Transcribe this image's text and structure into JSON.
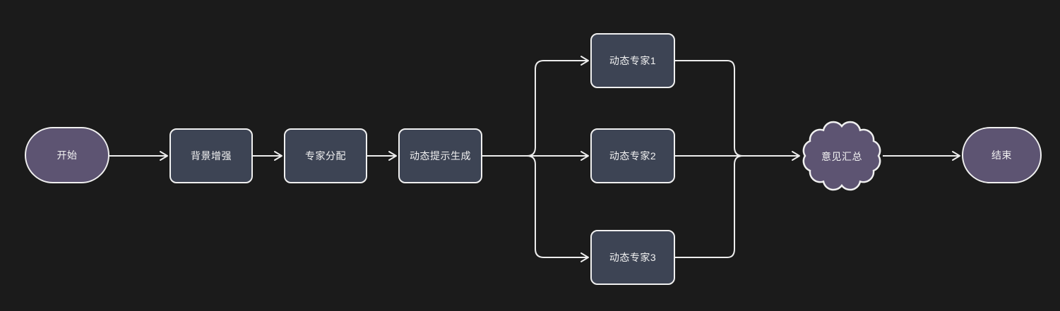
{
  "diagram": {
    "type": "flowchart",
    "direction": "left-to-right",
    "nodes": [
      {
        "id": "start",
        "label": "开始",
        "shape": "stadium"
      },
      {
        "id": "background-enhance",
        "label": "背景增强",
        "shape": "process"
      },
      {
        "id": "expert-assign",
        "label": "专家分配",
        "shape": "process"
      },
      {
        "id": "dynamic-prompt",
        "label": "动态提示生成",
        "shape": "process"
      },
      {
        "id": "dynamic-expert-1",
        "label": "动态专家1",
        "shape": "process"
      },
      {
        "id": "dynamic-expert-2",
        "label": "动态专家2",
        "shape": "process"
      },
      {
        "id": "dynamic-expert-3",
        "label": "动态专家3",
        "shape": "process"
      },
      {
        "id": "opinion-summary",
        "label": "意见汇总",
        "shape": "cloud"
      },
      {
        "id": "end",
        "label": "结束",
        "shape": "stadium"
      }
    ],
    "edges": [
      {
        "from": "start",
        "to": "background-enhance"
      },
      {
        "from": "background-enhance",
        "to": "expert-assign"
      },
      {
        "from": "expert-assign",
        "to": "dynamic-prompt"
      },
      {
        "from": "dynamic-prompt",
        "to": "dynamic-expert-1"
      },
      {
        "from": "dynamic-prompt",
        "to": "dynamic-expert-2"
      },
      {
        "from": "dynamic-prompt",
        "to": "dynamic-expert-3"
      },
      {
        "from": "dynamic-expert-1",
        "to": "opinion-summary"
      },
      {
        "from": "dynamic-expert-2",
        "to": "opinion-summary"
      },
      {
        "from": "dynamic-expert-3",
        "to": "opinion-summary"
      },
      {
        "from": "opinion-summary",
        "to": "end"
      }
    ],
    "colors": {
      "background": "#1b1b1b",
      "process_fill": "#3d4454",
      "terminal_fill": "#5d5472",
      "cloud_fill": "#5d5472",
      "node_border": "#f0f0f0",
      "edge_stroke": "#ededed",
      "text": "#f2f2f2"
    }
  }
}
